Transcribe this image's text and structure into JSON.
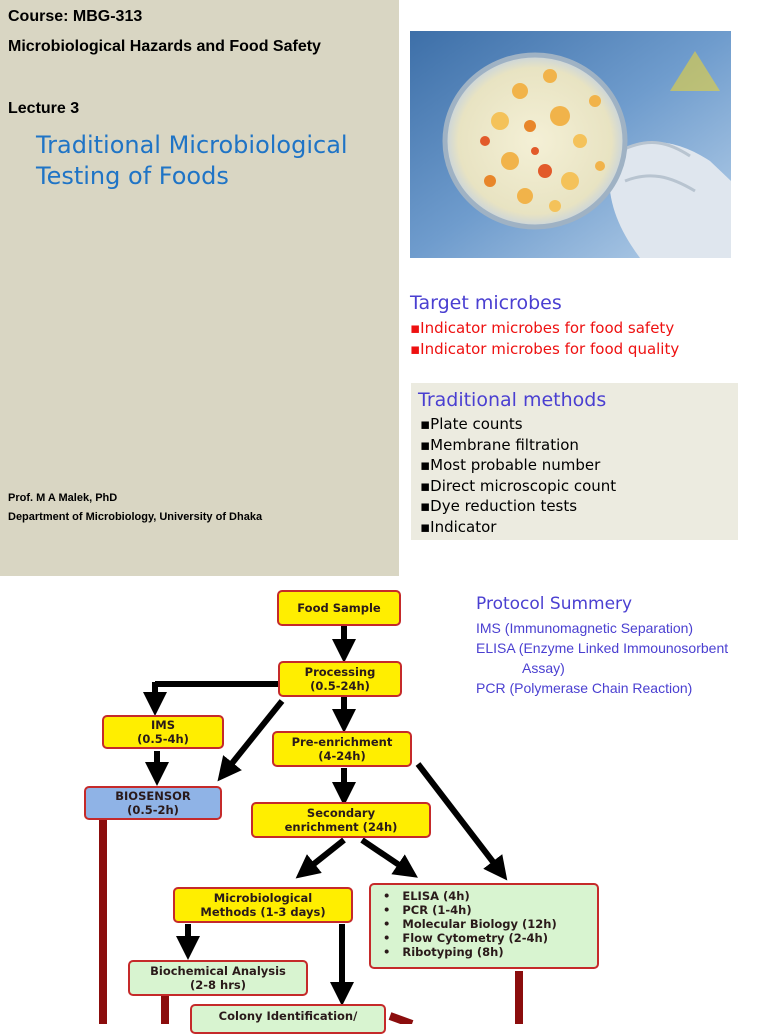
{
  "header": {
    "course": "Course: MBG-313",
    "subject": "Microbiological Hazards and Food Safety",
    "lecture": "Lecture 3",
    "title_line1": "Traditional Microbiological",
    "title_line2": "Testing of Foods"
  },
  "footer": {
    "prof": "Prof. M A Malek, PhD",
    "dept": "Department of Microbiology, University of Dhaka"
  },
  "target": {
    "heading": "Target microbes",
    "items": [
      "Indicator microbes for food safety",
      "Indicator microbes for food quality"
    ]
  },
  "traditional": {
    "heading": "Traditional methods",
    "items": [
      "Plate counts",
      "Membrane filtration",
      "Most probable number",
      "Direct microscopic count",
      "Dye reduction tests",
      "Indicator"
    ]
  },
  "protocol": {
    "heading": "Protocol Summery",
    "items": [
      "IMS (Immunomagnetic Separation)",
      "ELISA (Enzyme Linked Immounosorbent",
      "Assay)",
      "PCR (Polymerase Chain Reaction)"
    ]
  },
  "flow": {
    "food_sample": "Food Sample",
    "processing_1": "Processing",
    "processing_2": "(0.5-24h)",
    "ims_1": "IMS",
    "ims_2": "(0.5-4h)",
    "pre_1": "Pre-enrichment",
    "pre_2": "(4-24h)",
    "bio_1": "BIOSENSOR",
    "bio_2": "(0.5-2h)",
    "sec_1": "Secondary",
    "sec_2": "enrichment (24h)",
    "micro_1": "Microbiological",
    "micro_2": "Methods (1-3 days)",
    "rapid": [
      "ELISA (4h)",
      "PCR (1-4h)",
      "Molecular Biology (12h)",
      "Flow Cytometry (2-4h)",
      "Ribotyping (8h)"
    ],
    "biochem_1": "Biochemical Analysis",
    "biochem_2": "(2-8 hrs)",
    "colony": "Colony Identification/"
  },
  "colors": {
    "panel": "#d9d6c3",
    "title_blue": "#1f74c6",
    "heading_purple": "#4a3fd1",
    "bullet_red": "#ee1111",
    "box_yellow": "#ffee00",
    "box_green": "#d8f4d0",
    "box_blue": "#8fb3e6",
    "arrow_dark_red": "#8b0d0d"
  }
}
